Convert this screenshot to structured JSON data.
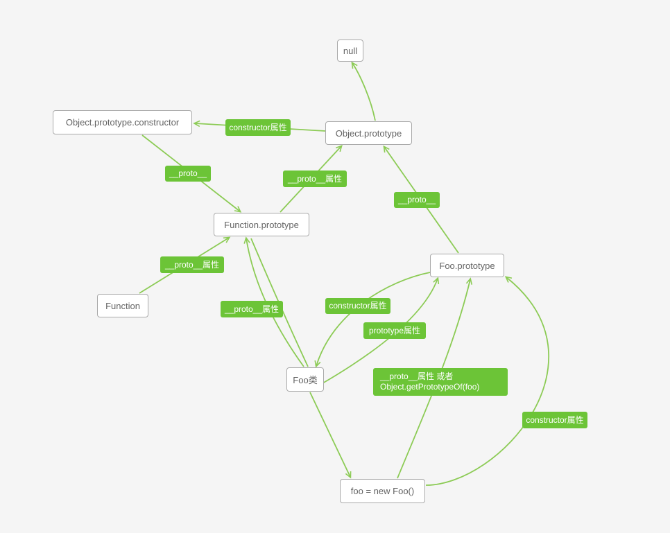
{
  "diagram": {
    "nodes": [
      {
        "id": "null",
        "label": "null"
      },
      {
        "id": "object-prototype-constructor",
        "label": "Object.prototype.constructor"
      },
      {
        "id": "object-prototype",
        "label": "Object.prototype"
      },
      {
        "id": "function-prototype",
        "label": "Function.prototype"
      },
      {
        "id": "foo-prototype",
        "label": "Foo.prototype"
      },
      {
        "id": "function",
        "label": "Function"
      },
      {
        "id": "foo-class",
        "label": "Foo类"
      },
      {
        "id": "foo-instance",
        "label": "foo = new Foo()"
      }
    ],
    "edge_labels": [
      {
        "id": "l1",
        "text": "constructor属性"
      },
      {
        "id": "l2",
        "text": "__proto__"
      },
      {
        "id": "l3",
        "text": "__proto__属性"
      },
      {
        "id": "l4",
        "text": "__proto__"
      },
      {
        "id": "l5",
        "text": "__proto__属性"
      },
      {
        "id": "l6",
        "text": "__proto__属性"
      },
      {
        "id": "l7",
        "text": "constructor属性"
      },
      {
        "id": "l8",
        "text": "prototype属性"
      },
      {
        "id": "l9",
        "line1": "__proto__属性 或者",
        "line2": "Object.getPrototypeOf(foo)"
      },
      {
        "id": "l10",
        "text": "constructor属性"
      }
    ],
    "edges": [
      {
        "from": "object-prototype",
        "to": "null",
        "label": ""
      },
      {
        "from": "object-prototype",
        "to": "object-prototype-constructor",
        "label": "constructor属性"
      },
      {
        "from": "object-prototype-constructor",
        "to": "function-prototype",
        "label": "__proto__"
      },
      {
        "from": "function-prototype",
        "to": "object-prototype",
        "label": "__proto__属性"
      },
      {
        "from": "foo-prototype",
        "to": "object-prototype",
        "label": "__proto__"
      },
      {
        "from": "function",
        "to": "function-prototype",
        "label": "__proto__属性"
      },
      {
        "from": "foo-class",
        "to": "function-prototype",
        "label": "__proto__属性"
      },
      {
        "from": "foo-prototype",
        "to": "foo-class",
        "label": "constructor属性"
      },
      {
        "from": "foo-class",
        "to": "foo-prototype",
        "label": "prototype属性"
      },
      {
        "from": "foo-instance",
        "to": "foo-prototype",
        "label": "__proto__属性 或者 Object.getPrototypeOf(foo)"
      },
      {
        "from": "foo-instance",
        "to": "foo-prototype",
        "label": "constructor属性"
      },
      {
        "from": "foo-class",
        "to": "foo-instance",
        "label": ""
      }
    ],
    "colors": {
      "label_bg": "#6cc437",
      "arrow": "#8ccb55",
      "node_border": "#a9a9a9",
      "node_text": "#636363",
      "background": "#f5f5f5"
    }
  }
}
